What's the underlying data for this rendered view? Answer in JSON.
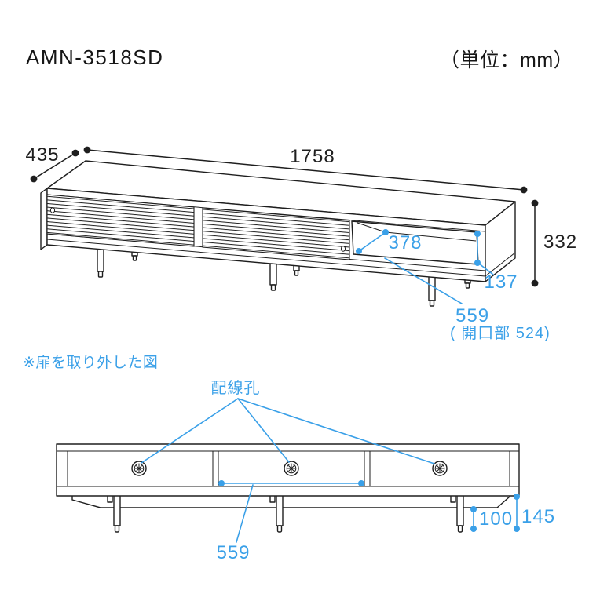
{
  "header": {
    "model_number": "AMN-3518SD",
    "unit_label": "（単位：mm）"
  },
  "perspective_view": {
    "width_mm": "1758",
    "depth_mm": "435",
    "height_mm": "332",
    "open_shelf": {
      "inner_depth_mm": "378",
      "inner_height_mm": "137",
      "inner_width_mm": "559",
      "opening_note": "( 開口部 524)"
    }
  },
  "front_view": {
    "caption": "※扉を取り外した図",
    "cable_hole_label": "配線孔",
    "center_opening_width_mm": "559",
    "leg_height_mm": "100",
    "base_clearance_mm": "145"
  },
  "colors": {
    "dimension_blue": "#3aa0e8",
    "line_black": "#1e1e1e",
    "background": "#ffffff"
  }
}
